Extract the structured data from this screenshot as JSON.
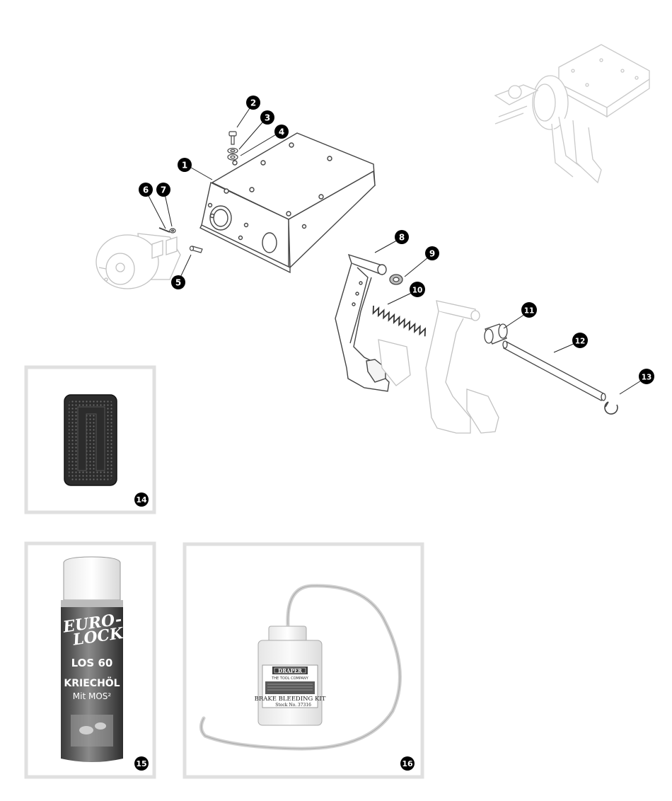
{
  "callouts": [
    "1",
    "2",
    "3",
    "4",
    "5",
    "6",
    "7",
    "8",
    "9",
    "10",
    "11",
    "12",
    "13"
  ],
  "panels": {
    "pedal_rubber": {
      "number": "14"
    },
    "spray_can": {
      "number": "15",
      "brand_line1": "EURO-",
      "brand_line2": "LOCK",
      "product": "LOS 60",
      "name": "KRIECHÖL",
      "sub": "Mit MOS²"
    },
    "bleed_kit": {
      "number": "16",
      "brand": "DRAPER",
      "company": "THE TOOL COMPANY",
      "title": "BRAKE BLEEDING KIT",
      "stock": "Stock No. 37316"
    }
  },
  "colors": {
    "line": "#444444",
    "ghost": "#c8c8c8",
    "panel_border": "#e0e0e0",
    "callout_bg": "#000000"
  }
}
